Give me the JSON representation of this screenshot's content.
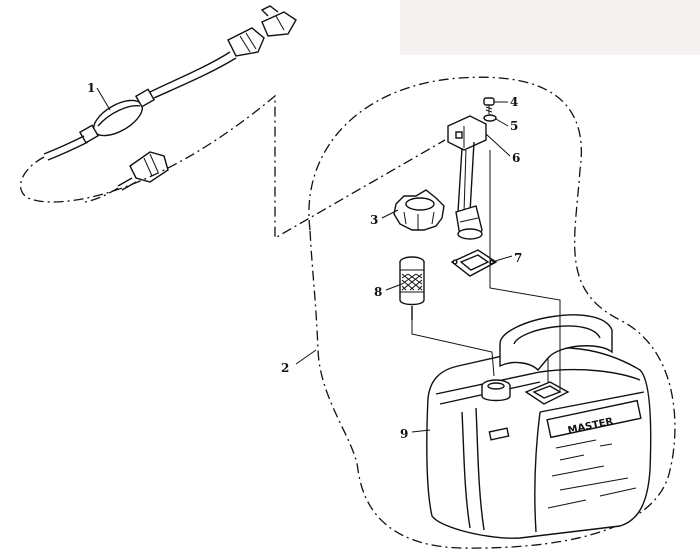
{
  "diagram": {
    "callouts": [
      "1",
      "2",
      "3",
      "4",
      "5",
      "6",
      "7",
      "8",
      "9"
    ],
    "tank_label": "MASTER"
  }
}
